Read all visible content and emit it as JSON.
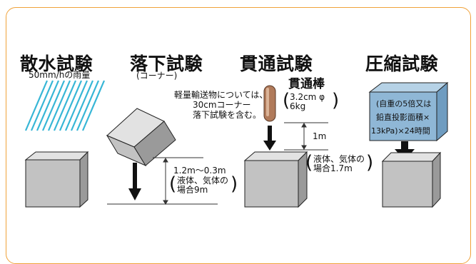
{
  "sections": [
    {
      "title": "散水試験",
      "note": "50mm/hの雨量"
    },
    {
      "title": "落下試験",
      "subtitle": "(コーナー)",
      "note_lines": [
        "軽量輸送物については、",
        "30cmコーナー",
        "落下試験を含む。"
      ],
      "height_label": "1.2m～0.3m",
      "liquid_lines": [
        "液体、気体の",
        "場合9m"
      ]
    },
    {
      "title": "貫通試験",
      "rod_label": "貫通棒",
      "rod_specs": [
        "3.2cm φ",
        "6kg"
      ],
      "height_label": "1m",
      "liquid_lines": [
        "液体、気体の",
        "場合1.7m"
      ]
    },
    {
      "title": "圧縮試験",
      "load_lines": [
        "(自重の5倍又は",
        "鉛直投影面積×",
        "13kPa)×24時間"
      ]
    }
  ],
  "colors": {
    "frame": "#f0a23a",
    "rain": "#37b6d6",
    "cube_front": "#c2c2c2",
    "cube_top": "#e2e2e2",
    "cube_side": "#9a9a9a",
    "load_box": "#8fb7d6",
    "rod": "#b07a5a"
  }
}
